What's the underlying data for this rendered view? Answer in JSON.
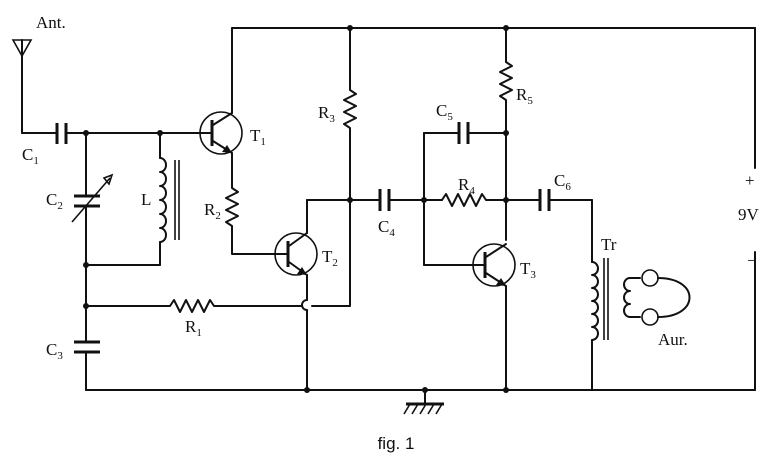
{
  "diagram": {
    "caption": "fig. 1",
    "labels": {
      "antenna": "Ant.",
      "c1": {
        "main": "C",
        "sub": "1"
      },
      "c2": {
        "main": "C",
        "sub": "2"
      },
      "c3": {
        "main": "C",
        "sub": "3"
      },
      "c4": {
        "main": "C",
        "sub": "4"
      },
      "c5": {
        "main": "C",
        "sub": "5"
      },
      "c6": {
        "main": "C",
        "sub": "6"
      },
      "l": "L",
      "r1": {
        "main": "R",
        "sub": "1"
      },
      "r2": {
        "main": "R",
        "sub": "2"
      },
      "r3": {
        "main": "R",
        "sub": "3"
      },
      "r4": {
        "main": "R",
        "sub": "4"
      },
      "r5": {
        "main": "R",
        "sub": "5"
      },
      "t1": {
        "main": "T",
        "sub": "1"
      },
      "t2": {
        "main": "T",
        "sub": "2"
      },
      "t3": {
        "main": "T",
        "sub": "3"
      },
      "tr": "Tr",
      "aur": "Aur.",
      "battery_plus": "+",
      "battery_minus": "−",
      "battery_voltage": "9V"
    }
  }
}
